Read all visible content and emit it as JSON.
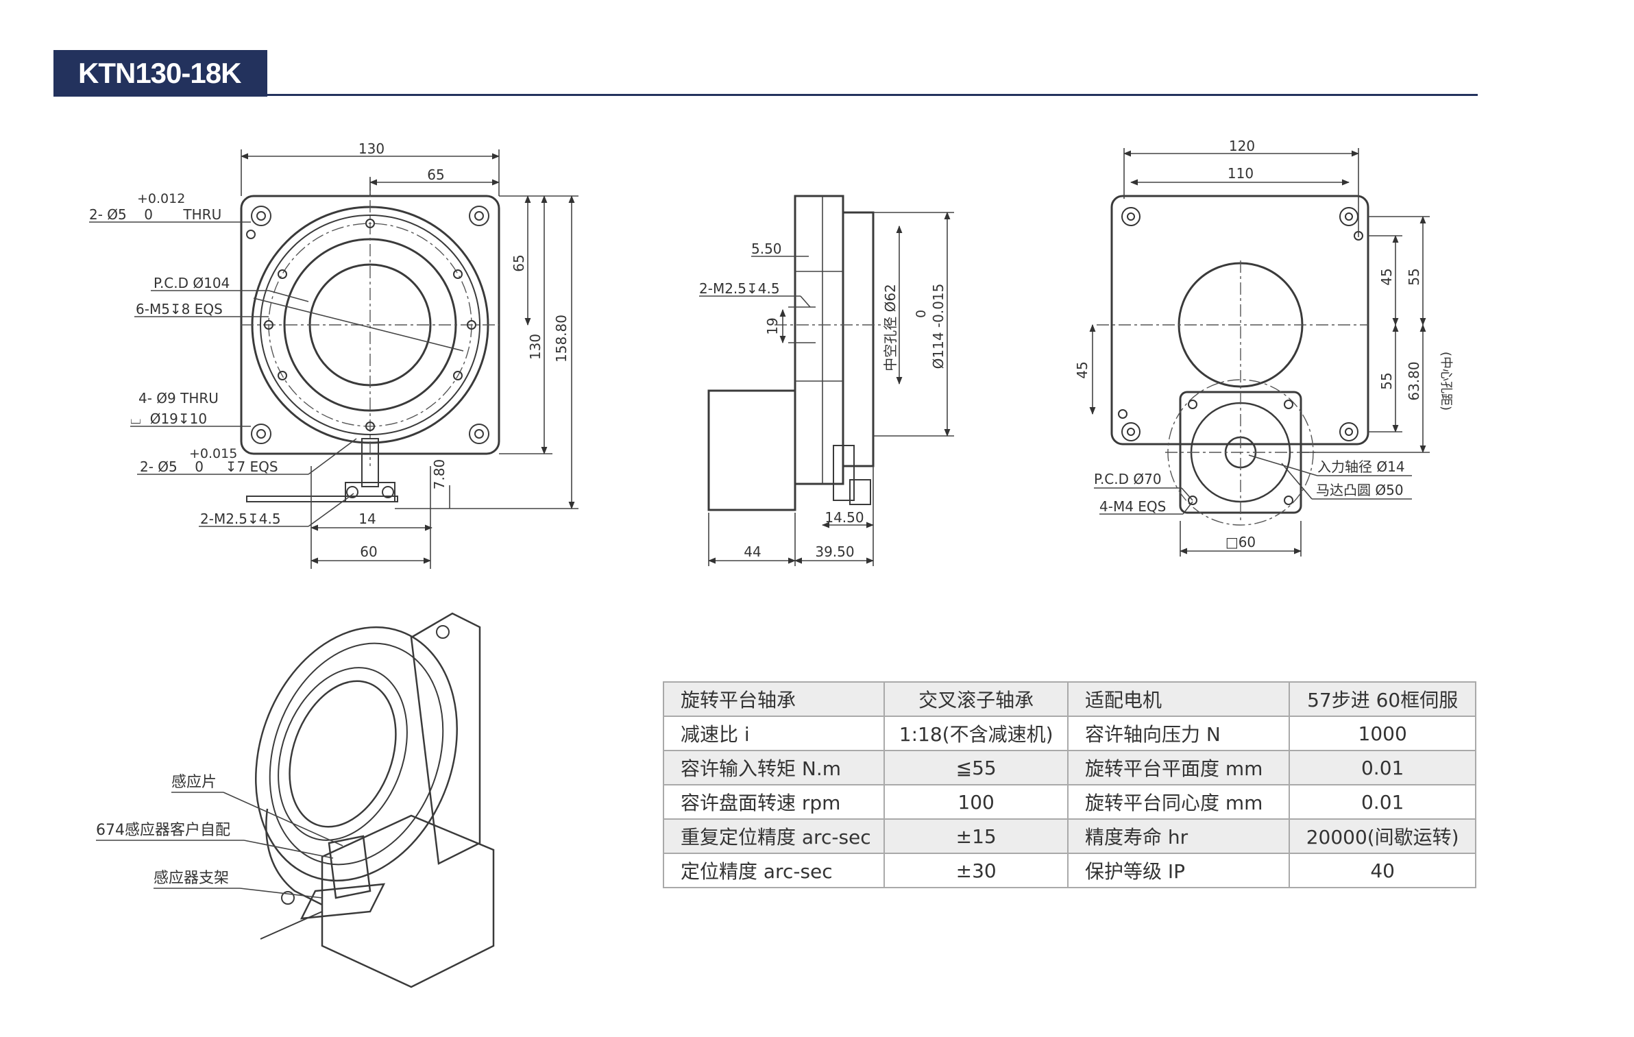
{
  "header": {
    "model": "KTN130-18K"
  },
  "front_view": {
    "dim_width": "130",
    "dim_half": "65",
    "dim_h65": "65",
    "dim_h130": "130",
    "dim_h158": "158.80",
    "dim_780": "7.80",
    "dim_14": "14",
    "dim_60": "60",
    "label_tol1": "+0.012",
    "label_hole1": "2- Ø5    0       THRU",
    "label_pcd": "P.C.D Ø104",
    "label_m5": "6-M5↧8 EQS",
    "label_thru9": "4- Ø9 THRU",
    "label_cb": "⌴  Ø19↧10",
    "label_tol2": "+0.015",
    "label_hole2": "2- Ø5    0     ↧7 EQS",
    "label_m25": "2-M2.5↧4.5"
  },
  "side_view": {
    "dim_550": "5.50",
    "label_m25": "2-M2.5↧4.5",
    "dim_19": "19",
    "label_bore": "中空孔径 Ø62",
    "label_tol": "0",
    "label_d114": "Ø114 -0.015",
    "dim_1450": "14.50",
    "dim_44": "44",
    "dim_3950": "39.50"
  },
  "rear_view": {
    "dim_120": "120",
    "dim_110": "110",
    "dim_45a": "45",
    "dim_55a": "55",
    "dim_45b": "45",
    "dim_55b": "55",
    "dim_6380": "63.80",
    "label_center": "(中心孔距)",
    "label_pcd": "P.C.D Ø70",
    "label_m4": "4-M4 EQS",
    "label_shaft": "入力轴径 Ø14",
    "label_boss": "马达凸圆 Ø50",
    "dim_sq60": "□60"
  },
  "iso_view": {
    "label_sheet": "感应片",
    "label_sensor": "674感应器客户自配",
    "label_bracket": "感应器支架"
  },
  "spec_table": {
    "rows": [
      [
        "旋转平台轴承",
        "交叉滚子轴承",
        "适配电机",
        "57步进 60框伺服"
      ],
      [
        "减速比 i",
        "1:18(不含减速机)",
        "容许轴向压力 N",
        "1000"
      ],
      [
        "容许输入转矩 N.m",
        "≦55",
        "旋转平台平面度 mm",
        "0.01"
      ],
      [
        "容许盘面转速 rpm",
        "100",
        "旋转平台同心度 mm",
        "0.01"
      ],
      [
        "重复定位精度 arc-sec",
        "±15",
        "精度寿命 hr",
        "20000(间歇运转)"
      ],
      [
        "定位精度 arc-sec",
        "±30",
        "保护等级 IP",
        "40"
      ]
    ]
  },
  "colors": {
    "banner": "#23325d",
    "table_shade": "#ededed",
    "line": "#3a3a3a"
  }
}
